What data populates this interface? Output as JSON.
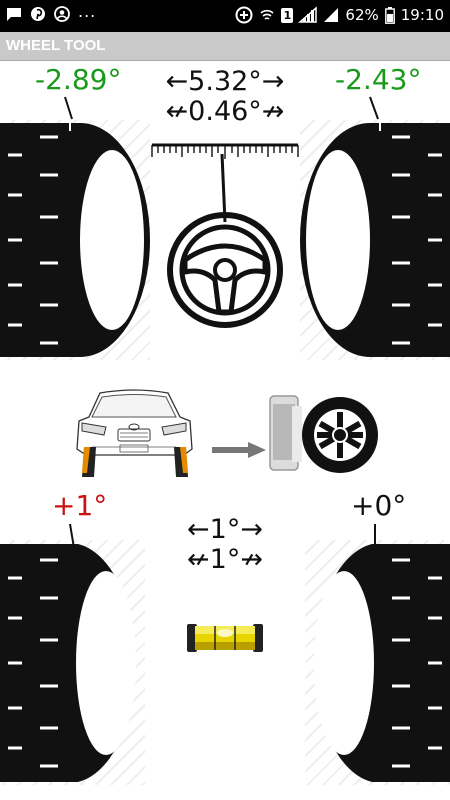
{
  "status_bar": {
    "battery": "62%",
    "time": "19:10",
    "notification_count": "1",
    "overflow": "..."
  },
  "app": {
    "title": "WHEEL TOOL"
  },
  "camber_section": {
    "left_angle": "-2.89°",
    "right_angle": "-2.43°",
    "toe_total": "←5.32°→",
    "toe_diff": "↚0.46°↛",
    "value_color": "#1a9a1a"
  },
  "caster_section": {
    "left_angle": "+1°",
    "right_angle": "+0°",
    "line1": "←1°→",
    "line2": "↚1°↛",
    "left_color": "#cc1111",
    "right_color": "#111111"
  }
}
